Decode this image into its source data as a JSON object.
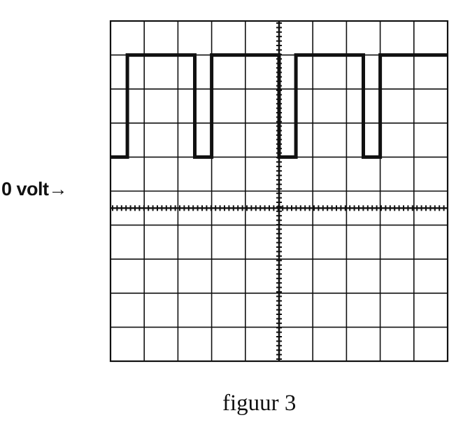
{
  "zero_marker": {
    "label": "0 volt",
    "arrow": "→"
  },
  "caption": "figuur 3",
  "screen": {
    "columns": 10,
    "rows": 10,
    "trace_color": "#111111",
    "grid_color": "#111111"
  },
  "waveform": {
    "type": "pulse",
    "high_division": 1,
    "low_division": 4,
    "zero_division": 5.5,
    "high_segment_divisions": 2.0,
    "low_segment_divisions": 0.5,
    "first_low_division": 0.5,
    "period_divisions": 2.5
  }
}
